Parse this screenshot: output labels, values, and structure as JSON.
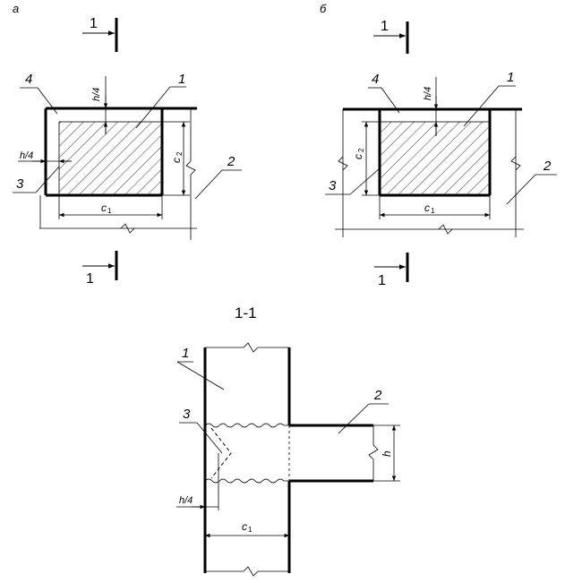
{
  "panels": {
    "a": {
      "letter": "а"
    },
    "b": {
      "letter": "б"
    }
  },
  "section": {
    "mark": "1",
    "title": "1-1"
  },
  "dims": {
    "h4": "h/4",
    "c1": "c",
    "c2": "c",
    "sub1": "1",
    "sub2": "2",
    "h": "h"
  },
  "callouts": {
    "n1": "1",
    "n2": "2",
    "n3": "3",
    "n4": "4"
  },
  "colors": {
    "ink": "#000000",
    "paper": "#ffffff"
  }
}
